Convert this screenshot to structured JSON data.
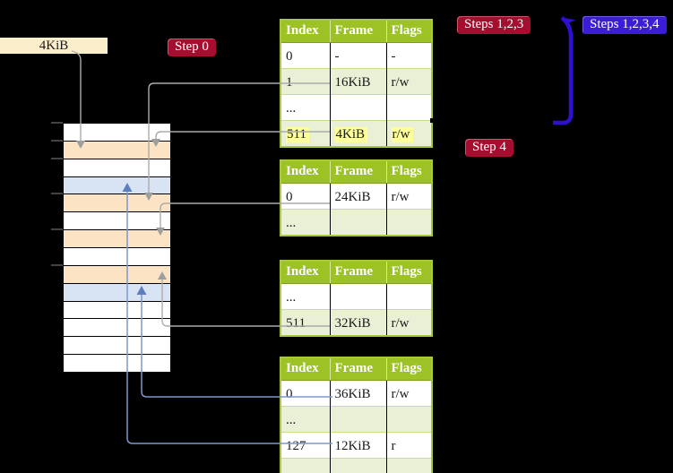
{
  "title": "Multi-level page table translation diagram",
  "colors": {
    "background": "#000000",
    "label_wheat": "#FBEECB",
    "badge_red": "#A60D2E",
    "badge_blue": "#3B1CD9",
    "arrow_blue": "#2F10D2",
    "header_green": "#9CC226",
    "row_green": "#EAF0D6",
    "border_green": "#A8C83D",
    "separator_green": "#C9DD8E",
    "highlight_yellow": "#FFFF99",
    "strip_peach": "#FBE3C4",
    "strip_blue": "#D8E4F4",
    "connector_gray": "#ABABAB",
    "connector_blue": "#7D98CC",
    "connector_blue_dark": "#5E7EBE",
    "tick_gray": "#606060"
  },
  "labels": {
    "page_size": "4KiB",
    "step0": "Step 0",
    "step4": "Step 4",
    "steps123": "Steps 1,2,3",
    "steps1234": "Steps 1,2,3,4"
  },
  "memory_strip": {
    "rows": [
      "white",
      "peach",
      "white",
      "blue",
      "peach",
      "white",
      "peach",
      "white",
      "peach",
      "blue",
      "white",
      "white",
      "white",
      "white"
    ]
  },
  "table_headers": [
    "Index",
    "Frame",
    "Flags"
  ],
  "frame_tables": [
    {
      "id": "level1-table",
      "rows": [
        {
          "index": "0",
          "frame": "-",
          "flags": "-",
          "shaded": false,
          "highlight": false
        },
        {
          "index": "1",
          "frame": "16KiB",
          "flags": "r/w",
          "shaded": true,
          "highlight": false
        },
        {
          "index": "...",
          "frame": "",
          "flags": "",
          "shaded": false,
          "highlight": false
        },
        {
          "index": "511",
          "frame": "4KiB",
          "flags": "r/w",
          "shaded": true,
          "highlight": true
        }
      ]
    },
    {
      "id": "level2-table-a",
      "rows": [
        {
          "index": "0",
          "frame": "24KiB",
          "flags": "r/w",
          "shaded": false,
          "highlight": false
        },
        {
          "index": "...",
          "frame": "",
          "flags": "",
          "shaded": true,
          "highlight": false
        }
      ]
    },
    {
      "id": "level2-table-b",
      "rows": [
        {
          "index": "...",
          "frame": "",
          "flags": "",
          "shaded": false,
          "highlight": false
        },
        {
          "index": "511",
          "frame": "32KiB",
          "flags": "r/w",
          "shaded": true,
          "highlight": false
        }
      ]
    },
    {
      "id": "level2-table-c",
      "rows": [
        {
          "index": "0",
          "frame": "36KiB",
          "flags": "r/w",
          "shaded": false,
          "highlight": false
        },
        {
          "index": "...",
          "frame": "",
          "flags": "",
          "shaded": true,
          "highlight": false
        },
        {
          "index": "127",
          "frame": "12KiB",
          "flags": "r",
          "shaded": false,
          "highlight": false
        },
        {
          "index": "...",
          "frame": "",
          "flags": "",
          "shaded": true,
          "highlight": false
        }
      ]
    }
  ],
  "connections": [
    {
      "from": "page-size-label",
      "to": "memory-row-4KiB",
      "color": "gray"
    },
    {
      "from": "level1-table entry 1 (16KiB)",
      "to": "memory-row-16KiB",
      "color": "gray"
    },
    {
      "from": "level1-table entry 511 (4KiB)",
      "to": "memory-row-4KiB",
      "color": "gray"
    },
    {
      "from": "level2-table-a entry 0 (24KiB)",
      "to": "memory-row-24KiB",
      "color": "gray"
    },
    {
      "from": "level2-table-b entry 511 (32KiB)",
      "to": "memory-row-32KiB",
      "color": "gray"
    },
    {
      "from": "level2-table-c entry 0 (36KiB)",
      "to": "memory-row-36KiB",
      "color": "blue"
    },
    {
      "from": "level2-table-c entry 127 (12KiB)",
      "to": "memory-row-12KiB",
      "color": "blue"
    },
    {
      "from": "step4 region",
      "to": "steps123 region",
      "color": "big-blue-loop"
    }
  ]
}
